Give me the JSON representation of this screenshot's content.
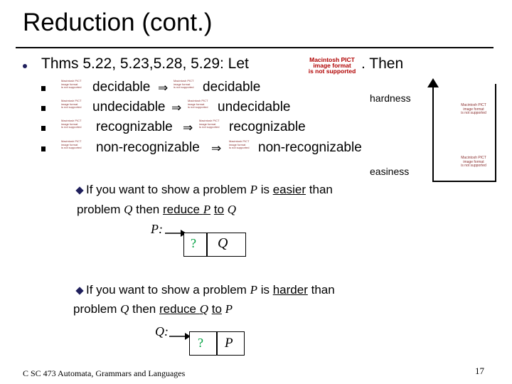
{
  "slide": {
    "title": "Reduction (cont.)",
    "lead": {
      "text": "Thms 5.22, 5.23,5.28, 5.29:  Let",
      "after": ".  Then"
    },
    "missing_image_big": [
      "Macintosh PICT",
      "image format",
      "is not supported"
    ],
    "missing_image_small": [
      "Macintosh PICT",
      "image format",
      "is not supported"
    ],
    "items": [
      {
        "left": "decidable",
        "right": "decidable"
      },
      {
        "left": "undecidable",
        "right": "undecidable"
      },
      {
        "left": "recognizable",
        "right": "recognizable"
      },
      {
        "left": "non-recognizable",
        "right": "non-recognizable"
      }
    ],
    "implies_symbol": "⇒",
    "side": {
      "hardness": "hardness",
      "easiness": "easiness"
    },
    "easier": {
      "prefix": "If you want to show a problem",
      "P": "P",
      "is": "is",
      "easier": "easier",
      "than": "than",
      "line2_prefix": "problem",
      "Q": "Q",
      "then": "then",
      "reduce": "reduce",
      "to": "to",
      "diagram_label": "P:",
      "box_mark": "?",
      "box_target": "Q"
    },
    "harder": {
      "prefix": "If you want to show a problem",
      "P": "P",
      "is": "is",
      "harder": "harder",
      "than": "than",
      "line2_prefix": "problem",
      "Q": "Q",
      "then": "then",
      "reduce": "reduce",
      "to": "to",
      "diagram_label": "Q:",
      "box_mark": "?",
      "box_target": "P"
    },
    "footer": "C SC 473 Automata, Grammars and Languages",
    "page_number": "17",
    "colors": {
      "bullet": "#1f1f5c",
      "mark": "#00a040",
      "missing_image_text": "#b00000"
    }
  }
}
